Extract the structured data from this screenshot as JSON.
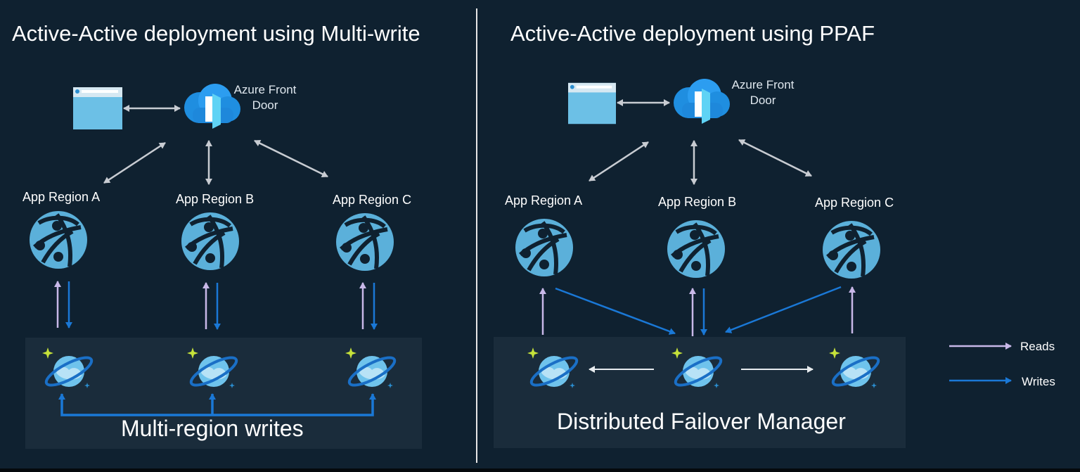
{
  "left": {
    "title": "Active-Active deployment using Multi-write",
    "front_door_label": [
      "Azure Front",
      "Door"
    ],
    "regions": [
      "App Region A",
      "App Region B",
      "App Region C"
    ],
    "panel_label": "Multi-region writes"
  },
  "right": {
    "title": "Active-Active deployment using PPAF",
    "front_door_label": [
      "Azure Front",
      "Door"
    ],
    "regions": [
      "App Region A",
      "App Region B",
      "App Region C"
    ],
    "panel_label": "Distributed Failover Manager"
  },
  "legend": {
    "reads": "Reads",
    "writes": "Writes"
  },
  "colors": {
    "background": "#0f2130",
    "panel": "#1a2c3b",
    "reads_arrow": "#c8b8e8",
    "writes_arrow": "#1a78d6",
    "neutral_arrow": "#c8ccd2",
    "divider": "#e6e6e6",
    "sparkle": "#c6e23a"
  },
  "icons": {
    "browser": "browser-window-icon",
    "front_door": "azure-front-door-icon",
    "app_region": "app-service-globe-icon",
    "cosmos_db": "cosmos-db-icon"
  }
}
